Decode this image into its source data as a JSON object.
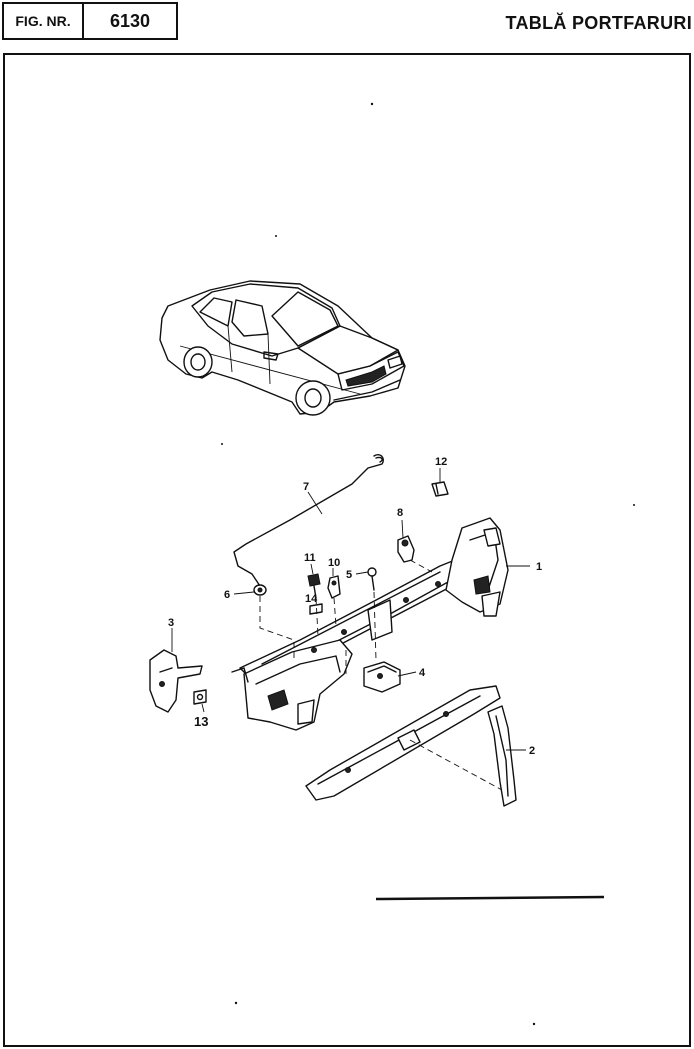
{
  "header": {
    "fig_label": "FIG. NR.",
    "fig_number": "6130",
    "title": "TABLĂ PORTFARURI"
  },
  "callouts": {
    "c1": "1",
    "c2": "2",
    "c3": "3",
    "c4": "4",
    "c5": "5",
    "c6": "6",
    "c7": "7",
    "c8": "8",
    "c10": "10",
    "c11": "11",
    "c12": "12",
    "c13": "13",
    "c14": "14"
  }
}
